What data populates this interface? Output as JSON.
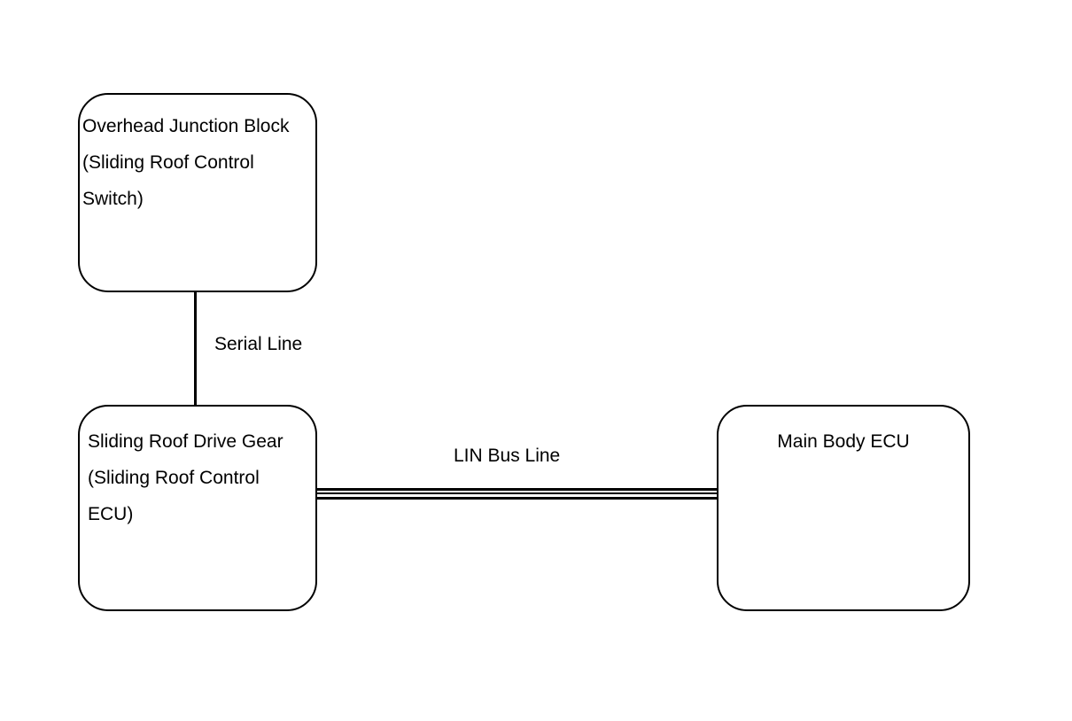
{
  "diagram": {
    "nodes": [
      {
        "id": "junction",
        "lines": [
          "Overhead Junction Block",
          "(Sliding Roof Control",
          "Switch)"
        ]
      },
      {
        "id": "drive",
        "lines": [
          "Sliding Roof Drive Gear",
          "(Sliding Roof Control",
          "ECU)"
        ]
      },
      {
        "id": "main",
        "lines": [
          "Main Body ECU"
        ]
      }
    ],
    "edges": [
      {
        "from": "junction",
        "to": "drive",
        "label": "Serial Line",
        "style": "single"
      },
      {
        "from": "drive",
        "to": "main",
        "label": "LIN Bus Line",
        "style": "double"
      }
    ]
  },
  "colors": {
    "stroke": "#000000",
    "background": "#ffffff"
  }
}
